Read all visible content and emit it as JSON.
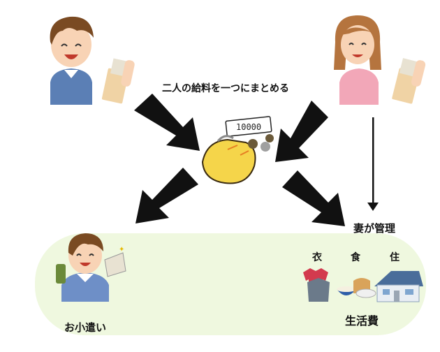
{
  "diagram": {
    "headline": "二人の給料を一つにまとめる",
    "wife_manages": "妻が管理",
    "banknote_value": "10000",
    "allowance_label": "お小遣い",
    "living_expenses_label": "生活費",
    "categories": [
      "衣",
      "食",
      "住"
    ]
  },
  "icons": {
    "husband": "husband-avatar-icon",
    "wife": "wife-avatar-icon",
    "pay_envelope": "pay-envelope-icon",
    "purse": "coin-purse-icon",
    "clothes": "clothes-icon",
    "food": "food-icon",
    "house": "house-icon"
  },
  "colors": {
    "panel": "#eff8df",
    "arrow": "#111111",
    "husband_shirt": "#5b7fb5",
    "wife_shirt": "#f2a7b8",
    "purse": "#f5d54a",
    "envelope": "#f0d3a5"
  }
}
